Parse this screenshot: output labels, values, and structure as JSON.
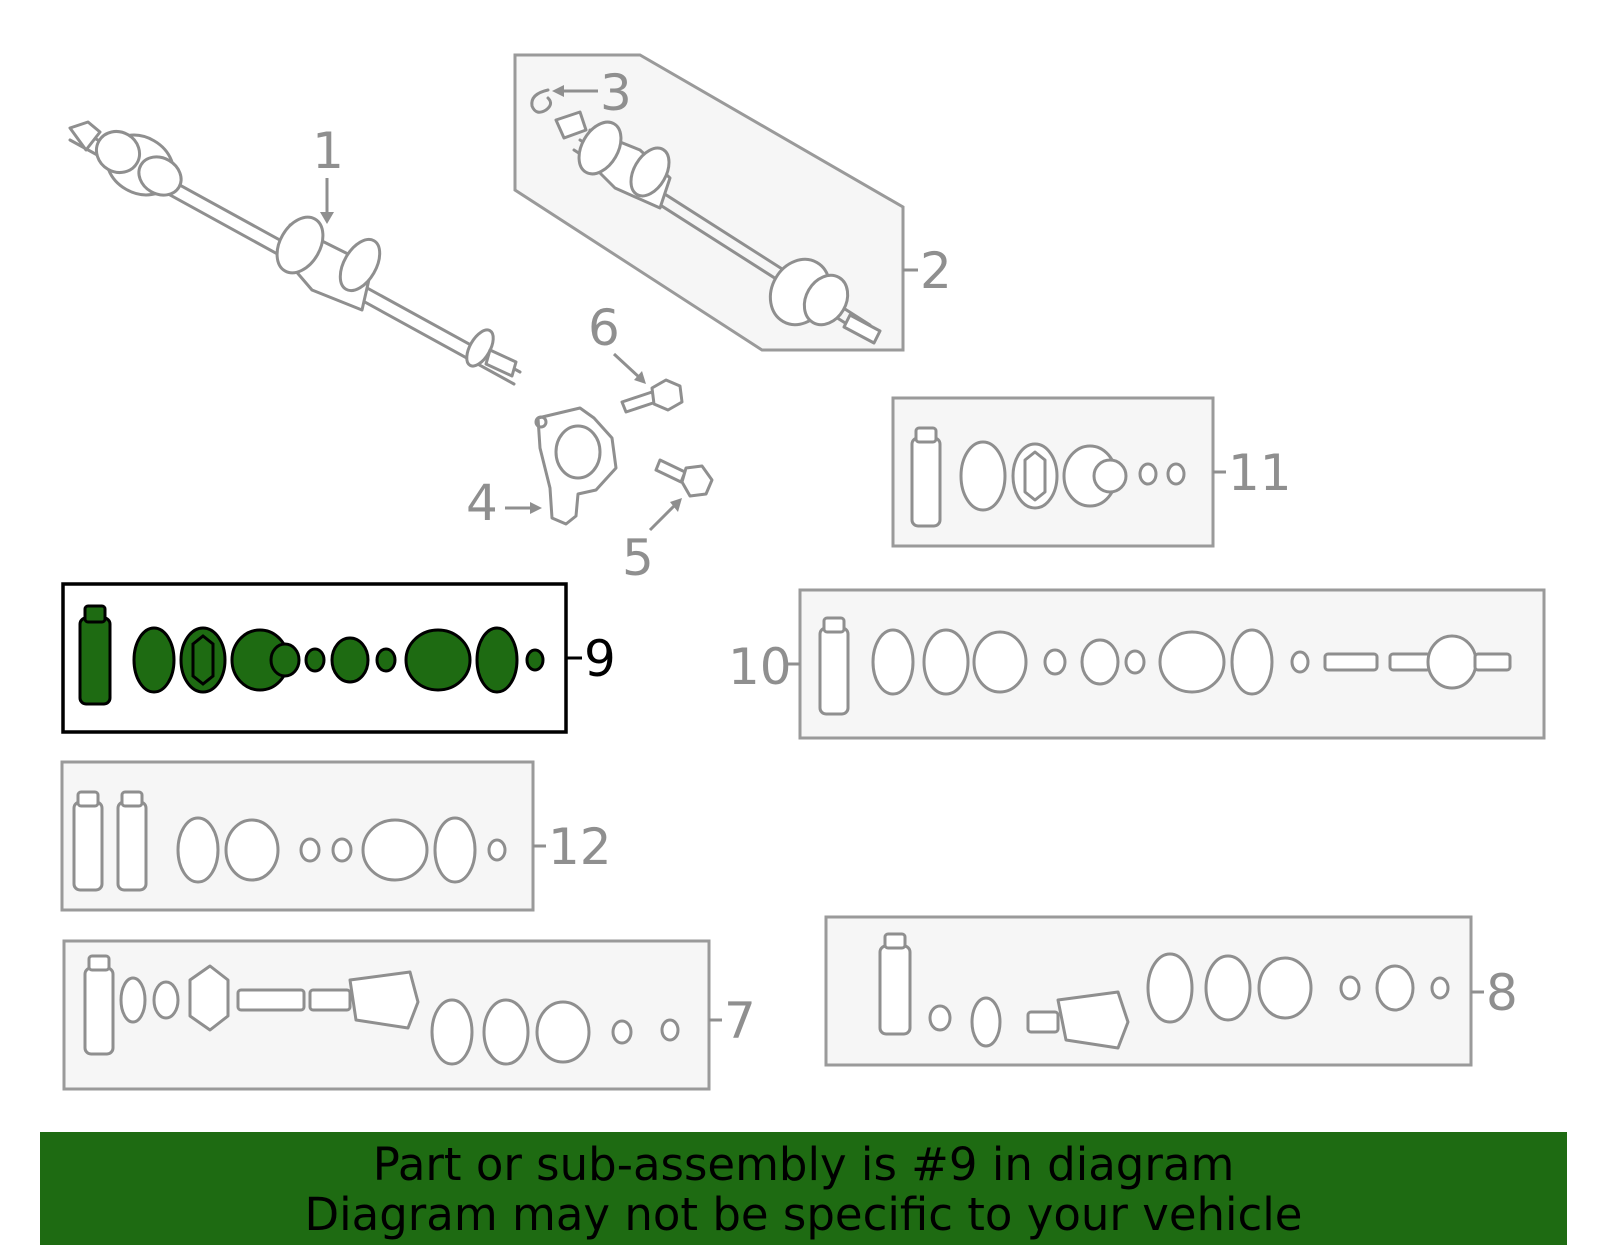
{
  "callouts": {
    "n1": "1",
    "n2": "2",
    "n3": "3",
    "n4": "4",
    "n5": "5",
    "n6": "6",
    "n7": "7",
    "n8": "8",
    "n9": "9",
    "n10": "10",
    "n11": "11",
    "n12": "12"
  },
  "highlighted_part": "9",
  "colors": {
    "highlight": "#1e6b12",
    "line": "#8f8f8f",
    "kit_fill": "#f6f6f6"
  },
  "banner": {
    "line1": "Part or sub-assembly is #9 in diagram",
    "line2": "Diagram may not be specific to your vehicle"
  }
}
